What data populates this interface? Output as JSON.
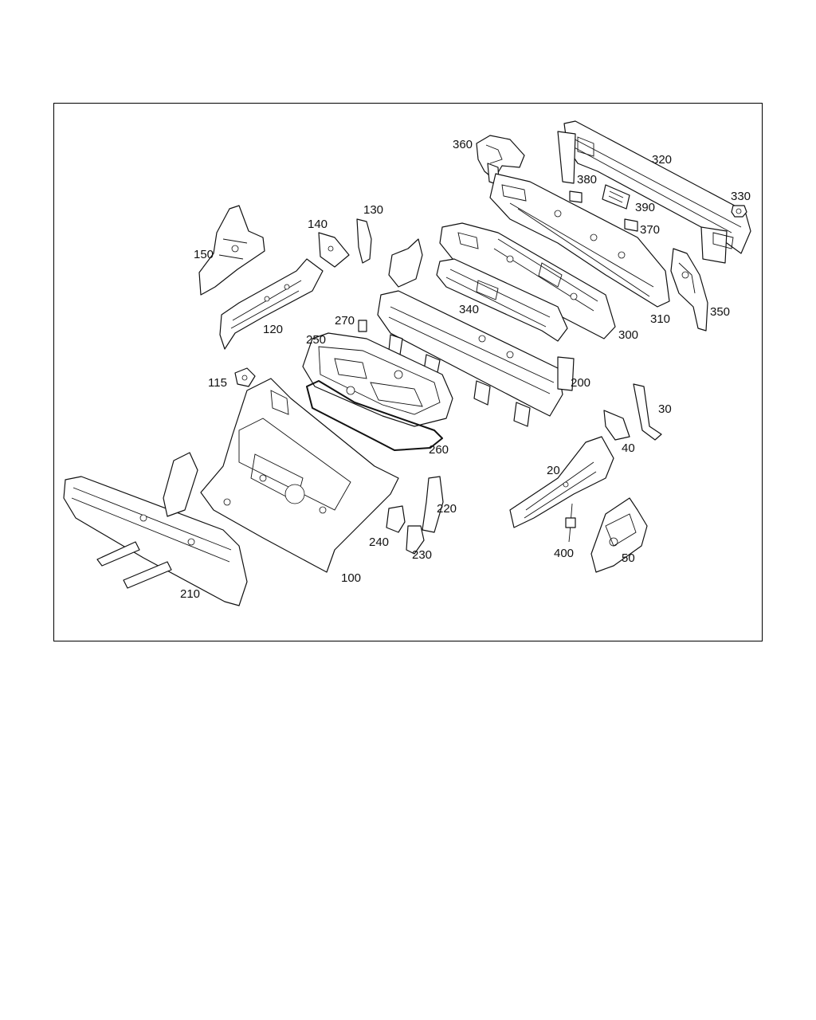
{
  "callouts": [
    {
      "id": "360",
      "label": "360"
    },
    {
      "id": "320",
      "label": "320"
    },
    {
      "id": "380",
      "label": "380"
    },
    {
      "id": "330",
      "label": "330"
    },
    {
      "id": "390",
      "label": "390"
    },
    {
      "id": "370",
      "label": "370"
    },
    {
      "id": "130",
      "label": "130"
    },
    {
      "id": "140",
      "label": "140"
    },
    {
      "id": "150",
      "label": "150"
    },
    {
      "id": "120",
      "label": "120"
    },
    {
      "id": "340",
      "label": "340"
    },
    {
      "id": "310",
      "label": "310"
    },
    {
      "id": "350",
      "label": "350"
    },
    {
      "id": "300",
      "label": "300"
    },
    {
      "id": "270",
      "label": "270"
    },
    {
      "id": "250",
      "label": "250"
    },
    {
      "id": "200",
      "label": "200"
    },
    {
      "id": "115",
      "label": "115"
    },
    {
      "id": "30",
      "label": "30"
    },
    {
      "id": "40",
      "label": "40"
    },
    {
      "id": "260",
      "label": "260"
    },
    {
      "id": "20",
      "label": "20"
    },
    {
      "id": "220",
      "label": "220"
    },
    {
      "id": "240",
      "label": "240"
    },
    {
      "id": "230",
      "label": "230"
    },
    {
      "id": "400",
      "label": "400"
    },
    {
      "id": "50",
      "label": "50"
    },
    {
      "id": "100",
      "label": "100"
    },
    {
      "id": "210",
      "label": "210"
    }
  ]
}
